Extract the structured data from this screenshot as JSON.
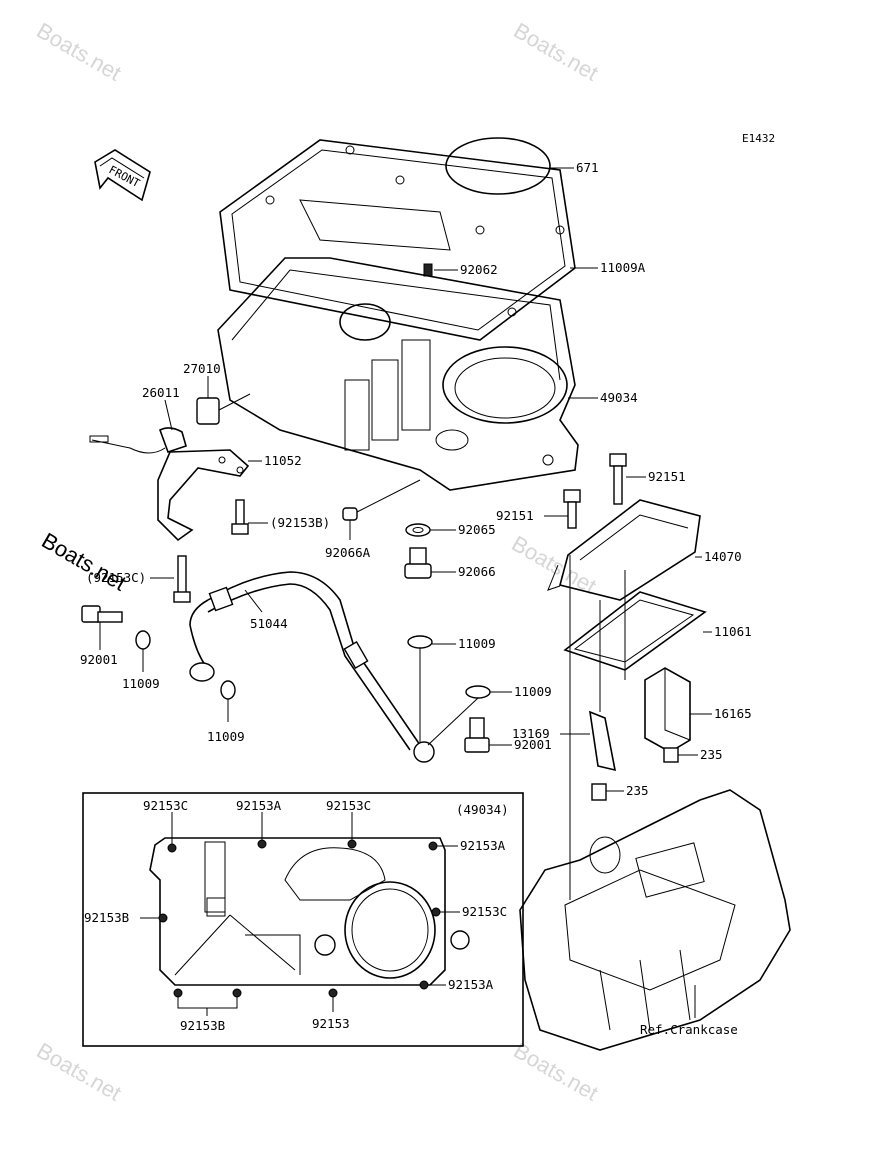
{
  "diagram_code": "E1432",
  "front_arrow": "FRONT",
  "watermark": "Boats.net",
  "inset_title": "(49034)",
  "callouts": {
    "p671": "671",
    "p11009A": "11009A",
    "p92062": "92062",
    "p49034": "49034",
    "p27010": "27010",
    "p26011": "26011",
    "p11052": "11052",
    "p92153B_paren": "(92153B)",
    "p92151_top": "92151",
    "p92151_left": "92151",
    "p92065": "92065",
    "p92066A": "92066A",
    "p14070": "14070",
    "p92153C_paren": "(92153C)",
    "p92066": "92066",
    "p51044": "51044",
    "p11061": "11061",
    "p92001_left": "92001",
    "p11009_a": "11009",
    "p11009_b": "11009",
    "p11009_c": "11009",
    "p11009_d": "11009",
    "p16165": "16165",
    "p13169": "13169",
    "p92001_right": "92001",
    "p235_a": "235",
    "p235_b": "235",
    "in_92153C_1": "92153C",
    "in_92153A_1": "92153A",
    "in_92153C_2": "92153C",
    "in_92153A_r1": "92153A",
    "in_92153B_l": "92153B",
    "in_92153C_r": "92153C",
    "in_92153A_r2": "92153A",
    "in_92153B_b": "92153B",
    "in_92153": "92153",
    "ref_crankcase": "Ref.Crankcase"
  }
}
